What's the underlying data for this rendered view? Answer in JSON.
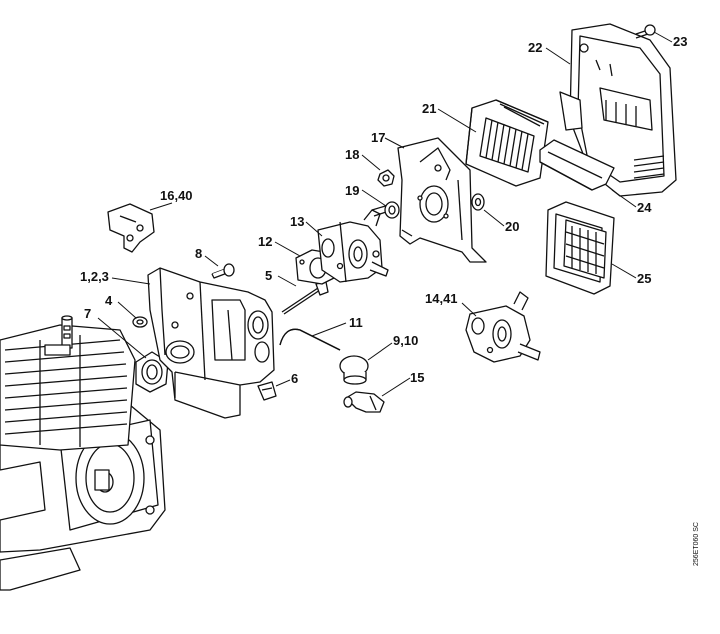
{
  "diagram_code": "256ET060 SC",
  "callouts": {
    "c1": "1,2,3",
    "c4": "4",
    "c5": "5",
    "c6": "6",
    "c7": "7",
    "c8": "8",
    "c9": "9,10",
    "c11": "11",
    "c12": "12",
    "c13": "13",
    "c14": "14,41",
    "c15": "15",
    "c16": "16,40",
    "c17": "17",
    "c18": "18",
    "c19": "19",
    "c20": "20",
    "c21": "21",
    "c22": "22",
    "c23": "23",
    "c24": "24",
    "c25": "25"
  }
}
